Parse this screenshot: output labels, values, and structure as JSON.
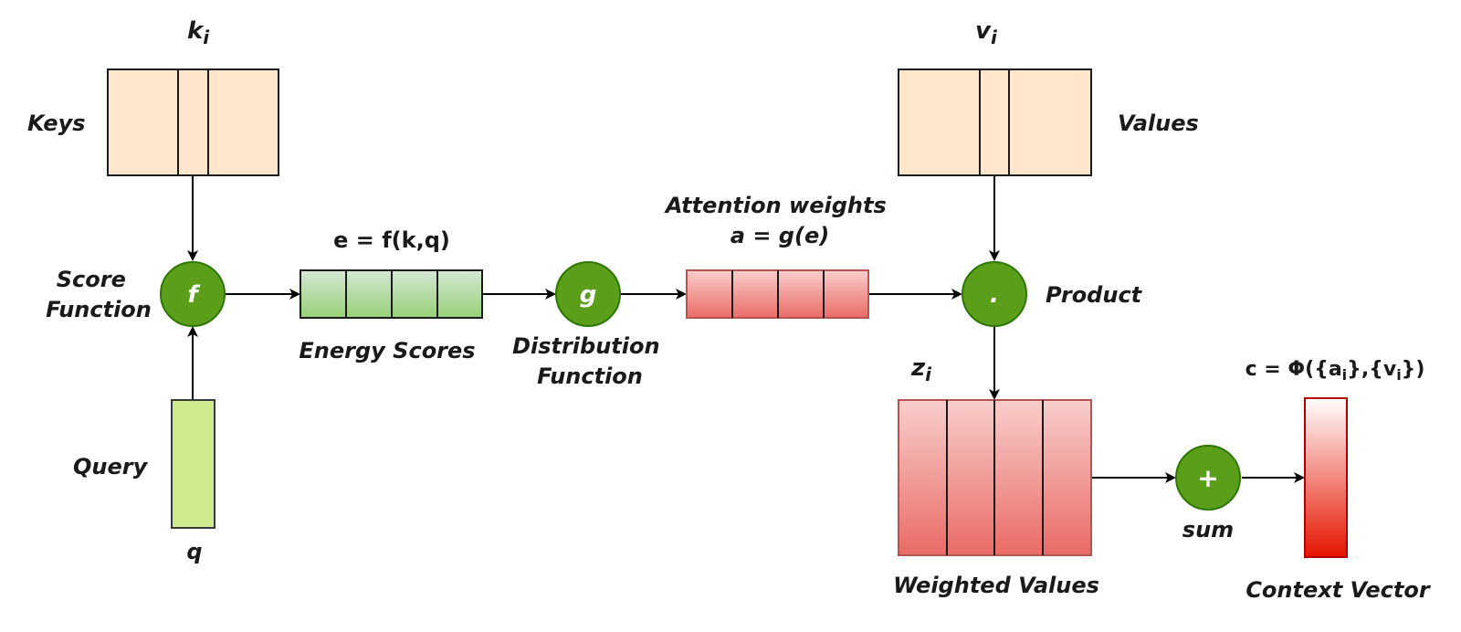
{
  "labels": {
    "ki": "k",
    "ki_sub": "i",
    "vi": "v",
    "vi_sub": "i",
    "keys": "Keys",
    "values": "Values",
    "score_function_1": "Score",
    "score_function_2": "Function",
    "energy_formula": "e = f(k,q)",
    "energy_scores": "Energy Scores",
    "attention_1": "Attention weights",
    "attention_2": "a = g(e)",
    "distribution_1": "Distribution",
    "distribution_2": "Function",
    "product": "Product",
    "zi": "z",
    "zi_sub": "i",
    "query": "Query",
    "q": "q",
    "weighted_values": "Weighted Values",
    "sum": "sum",
    "context_vector": "Context Vector",
    "context_formula_a": "c = Φ({a",
    "context_formula_i1": "i",
    "context_formula_b": "},{v",
    "context_formula_i2": "i",
    "context_formula_c": "})"
  },
  "nodes": {
    "f": "f",
    "g": "g",
    "product": ".",
    "sum": "+"
  },
  "colors": {
    "peach": "#ffe6cc",
    "node_green": "#5a9e1a",
    "green_top": "#d5e8d4",
    "green_bottom": "#97d077",
    "red_top": "#f8cecc",
    "red_bottom": "#ea6b66",
    "query_fill": "#cdeb8b",
    "context_bottom": "#e51400"
  }
}
